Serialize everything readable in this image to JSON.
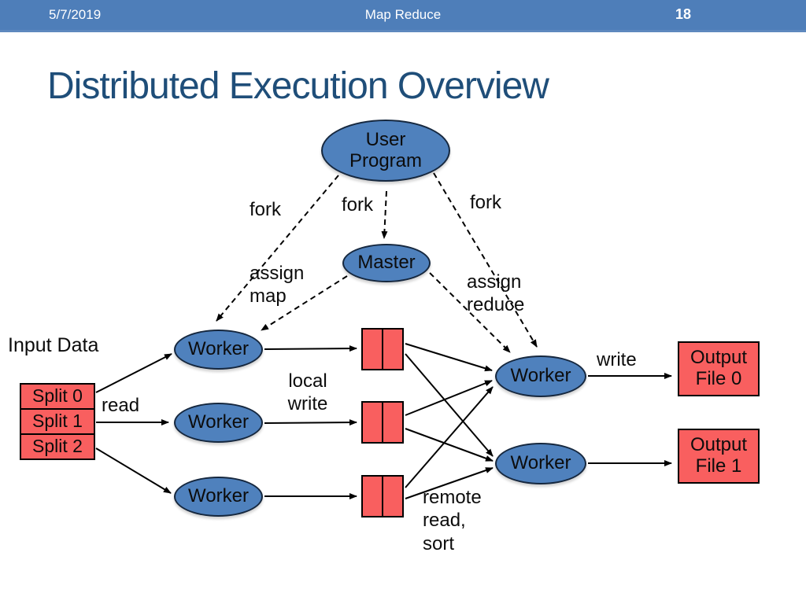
{
  "header": {
    "date": "5/7/2019",
    "title": "Map Reduce",
    "page_number": "18"
  },
  "slide_title": "Distributed Execution Overview",
  "diagram": {
    "nodes": {
      "user_program": "User Program",
      "master": "Master",
      "map_workers": [
        "Worker",
        "Worker",
        "Worker"
      ],
      "reduce_workers": [
        "Worker",
        "Worker"
      ],
      "splits": [
        "Split 0",
        "Split 1",
        "Split 2"
      ],
      "output_files": [
        "Output File 0",
        "Output File 1"
      ]
    },
    "labels": {
      "input_data": "Input Data",
      "read": "read",
      "fork_left": "fork",
      "fork_middle": "fork",
      "fork_right": "fork",
      "assign_map": "assign map",
      "assign_reduce": "assign reduce",
      "local_write": "local write",
      "remote_read_sort": "remote read, sort",
      "write": "write"
    },
    "colors": {
      "header_blue": "#4E7EB9",
      "title_text": "#1F4E79",
      "node_blue": "#4F81BD",
      "node_red": "#F95F5F",
      "edge_black": "#000000"
    }
  }
}
